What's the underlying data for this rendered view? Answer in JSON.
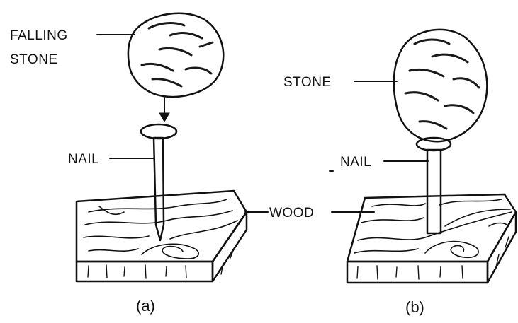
{
  "panel_a": {
    "label_stone_line1": "FALLING",
    "label_stone_line2": "STONE",
    "label_nail": "NAIL",
    "caption": "(a)"
  },
  "panel_b": {
    "label_stone": "STONE",
    "label_nail": "NAIL",
    "caption": "(b)"
  },
  "shared": {
    "label_wood": "WOOD"
  },
  "colors": {
    "ink": "#111111",
    "background": "#ffffff",
    "stone_fill": "#9a9a9a",
    "nail_fill": "#d8d8d8"
  }
}
